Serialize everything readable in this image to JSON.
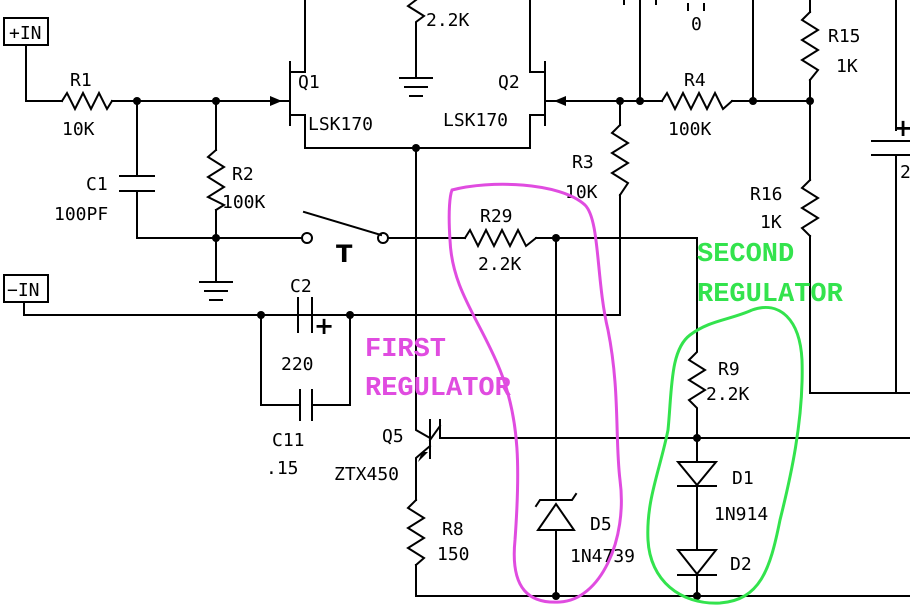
{
  "terminals": {
    "in_pos": "+IN",
    "in_neg": "−IN"
  },
  "labels": {
    "r1": "R1",
    "r1_val": "10K",
    "r2": "R2",
    "r2_val": "100K",
    "c1": "C1",
    "c1_val": "100PF",
    "q1": "Q1",
    "q1_val": "LSK170",
    "q2": "Q2",
    "q2_val": "LSK170",
    "top_pot": "2.2K",
    "top_cap": "0",
    "r4": "R4",
    "r4_val": "100K",
    "r15": "R15",
    "r15_val": "1K",
    "r16": "R16",
    "r16_val": "1K",
    "r3": "R3",
    "r3_val": "10K",
    "r29": "R29",
    "r29_val": "2.2K",
    "switch": "T",
    "c2": "C2",
    "c2_val": "220",
    "c11": "C11",
    "c11_val": ".15",
    "q5": "Q5",
    "q5_val": "ZTX450",
    "r8": "R8",
    "r8_val": "150",
    "d5": "D5",
    "d5_val": "1N4739",
    "r9": "R9",
    "r9_val": "2.2K",
    "d1": "D1",
    "d1_val": "1N914",
    "d2": "D2",
    "cap_right": "2"
  },
  "annotations": {
    "first_line1": "FIRST",
    "first_line2": "REGULATOR",
    "second_line1": "SECOND",
    "second_line2": "REGULATOR",
    "first_color": "#e04ce0",
    "second_color": "#33e34d"
  }
}
